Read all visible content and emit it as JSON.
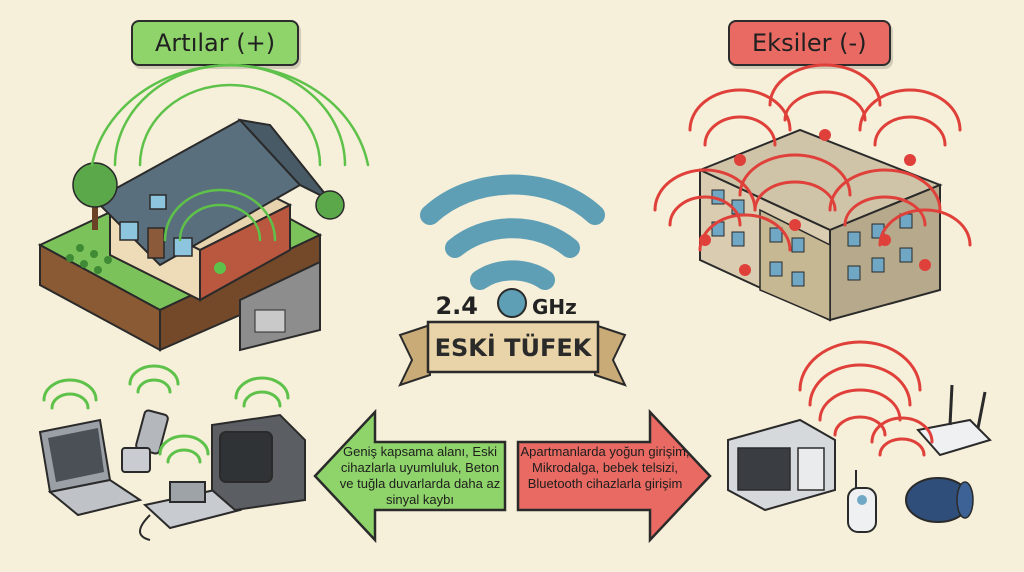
{
  "pros": {
    "label": "Artılar (+)",
    "description": "Geniş kapsama alanı, Eski cihazlarla uyumluluk, Beton ve tuğla duvarlarda daha az sinyal kaybı",
    "color": "#8fd46a"
  },
  "cons": {
    "label": "Eksiler (-)",
    "description": "Apartmanlarda yoğun girişim, Mikrodalga, bebek telsizi, Bluetooth cihazlarla girişim",
    "color": "#e86a62"
  },
  "center": {
    "frequency_left": "2.4",
    "frequency_right": "GHz",
    "banner": "ESKİ TÜFEK",
    "wifi_color": "#5e9fb5"
  },
  "icons": {
    "pros_scene": "house-with-wide-wifi-icon",
    "cons_scene": "apartment-with-interference-icon",
    "pros_devices": [
      "laptop-icon",
      "flip-phone-icon",
      "fax-phone-icon",
      "crt-tv-icon"
    ],
    "cons_devices": [
      "microwave-icon",
      "router-icon",
      "baby-monitor-icon",
      "bluetooth-speaker-icon"
    ]
  }
}
